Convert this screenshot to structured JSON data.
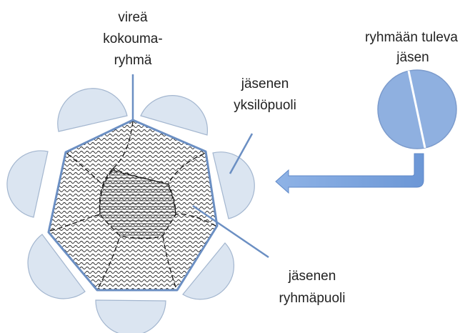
{
  "labels": {
    "group_line1": "vireä",
    "group_line2": "kokouma-",
    "group_line3": "ryhmä",
    "individual_line1": "jäsenen",
    "individual_line2": "yksilöpuoli",
    "newcomer_line1": "ryhmään tuleva",
    "newcomer_line2": "jäsen",
    "groupside_line1": "jäsenen",
    "groupside_line2": "ryhmäpuoli"
  },
  "colors": {
    "petal_fill": "#dbe5f1",
    "petal_stroke": "#9fb3cc",
    "accent": "#6a8fc4",
    "newcomer_fill": "#8fb0e0",
    "arrow": "#7ba3dc",
    "pattern_ink": "#222222"
  },
  "member_count": 7
}
